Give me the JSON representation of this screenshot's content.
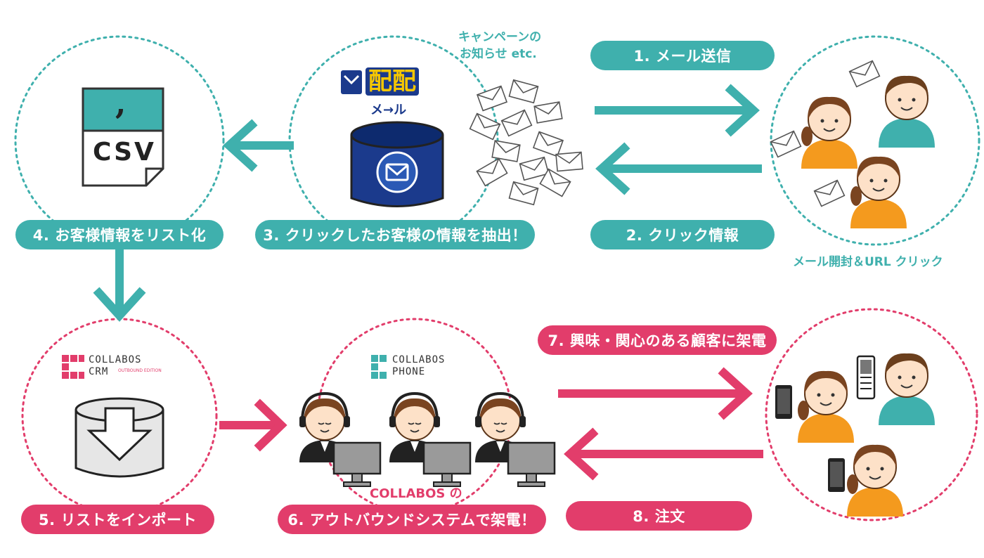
{
  "top": {
    "note_campaign_line1": "キャンペーンの",
    "note_campaign_line2": "お知らせ etc.",
    "step1": "1. メール送信",
    "step2": "2. クリック情報",
    "step3": "3. クリックしたお客様の情報を抽出！",
    "step4": "4. お客様情報をリスト化",
    "note_open": "メール開封＆URL クリック",
    "csv_label": "CSV",
    "csv_comma": ",",
    "haihai_logo": "配配",
    "haihai_sub": "メ→ル"
  },
  "bottom": {
    "step5": "5. リストをインポート",
    "step6": "6. アウトバウンドシステムで架電！",
    "step7": "7. 興味・関心のある顧客に架電",
    "step8": "8. 注文",
    "collabos_note": "COLLABOS の",
    "crm_logo_line1": "COLLABOS",
    "crm_logo_line2": "CRM",
    "crm_logo_sub": "OUTBOUND EDITION",
    "phone_logo_line1": "COLLABOS",
    "phone_logo_line2": "PHONE"
  },
  "colors": {
    "teal": "#3fb0ad",
    "pink": "#e23d6b",
    "orange": "#f49a1e",
    "navy": "#1b3a8c"
  }
}
